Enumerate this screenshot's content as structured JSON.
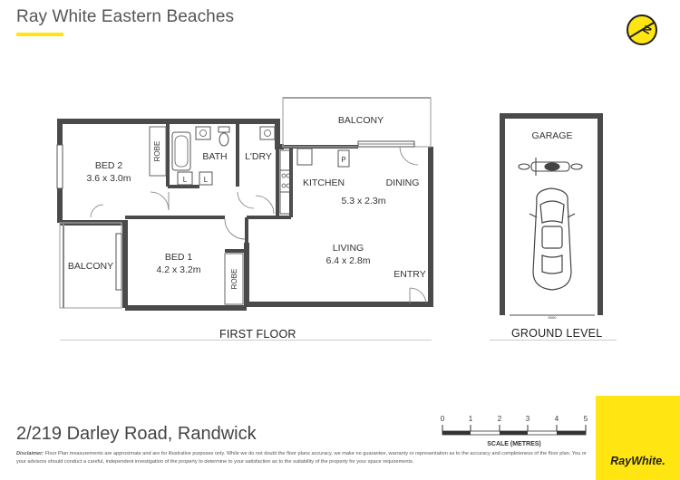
{
  "header": {
    "brand": "Ray White Eastern Beaches",
    "compass_label": "N"
  },
  "rooms": {
    "balcony_top": "BALCONY",
    "bed2_name": "BED 2",
    "bed2_size": "3.6 x 3.0m",
    "robe_bed2": "ROBE",
    "bath": "BATH",
    "laundry": "L'DRY",
    "kitchen": "KITCHEN",
    "dining": "DINING",
    "kitchen_dining_size": "5.3 x 2.3m",
    "pantry": "P",
    "linen_a": "L",
    "linen_b": "L",
    "bed1_name": "BED 1",
    "bed1_size": "4.2 x 3.2m",
    "robe_bed1": "ROBE",
    "balcony_left": "BALCONY",
    "living": "LIVING",
    "living_size": "6.4 x 2.8m",
    "entry": "ENTRY",
    "garage": "GARAGE"
  },
  "levels": {
    "first_floor": "FIRST FLOOR",
    "ground_level": "GROUND LEVEL"
  },
  "scale": {
    "ticks": [
      "0",
      "1",
      "2",
      "3",
      "4",
      "5"
    ],
    "label": "SCALE (METRES)"
  },
  "address": "2/219 Darley Road, Randwick",
  "disclaimer": {
    "label": "Disclaimer:",
    "text": "Floor Plan measurements are approximate and are for illustrative purposes only. While we do not doubt the floor plans accuracy, we make no guarantee, warranty or representation as to the accuracy and completeness of the floor plan. You or your advisors should conduct a careful, independent investigation of the property to determine to your satisfaction as to the suitability of the property for your space requirements."
  },
  "logo": "RayWhite.",
  "colors": {
    "brand_yellow": "#ffe512",
    "wall": "#4a4a4a"
  }
}
